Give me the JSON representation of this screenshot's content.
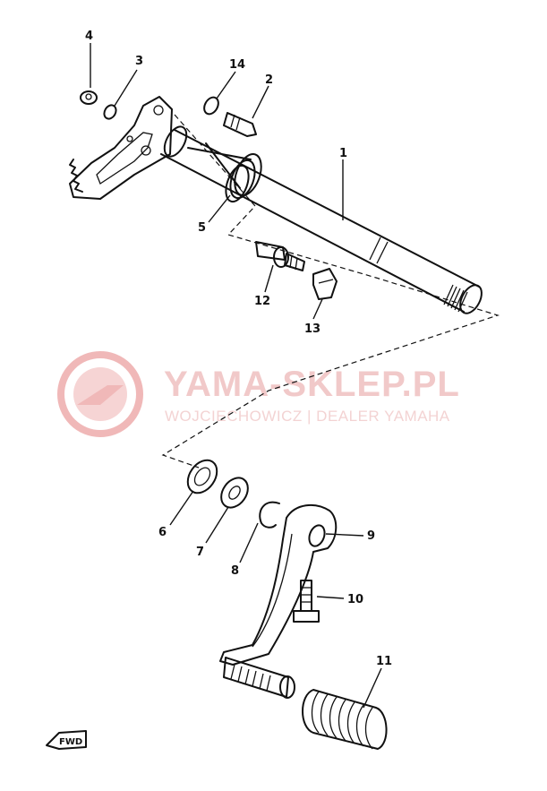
{
  "watermark": {
    "title": "YAMA-SKLEP.PL",
    "subtitle": "WOJCIECHOWICZ | DEALER YAMAHA",
    "color": "#e8a0a0"
  },
  "fwd_label": "FWD",
  "callouts": {
    "c1": "1",
    "c2": "2",
    "c3": "3",
    "c4": "4",
    "c5": "5",
    "c6": "6",
    "c7": "7",
    "c8": "8",
    "c9": "9",
    "c10": "10",
    "c11": "11",
    "c12": "12",
    "c13": "13",
    "c14": "14"
  }
}
